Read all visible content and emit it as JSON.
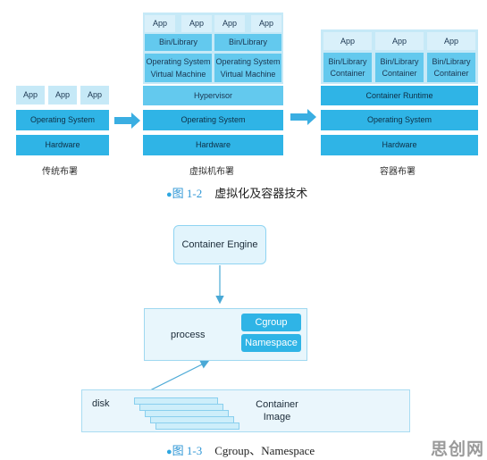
{
  "fig1": {
    "app": "App",
    "bin_library": "Bin/Library",
    "operating_system": "Operating System",
    "virtual_machine": "Virtual Machine",
    "container": "Container",
    "hypervisor": "Hypervisor",
    "hardware": "Hardware",
    "container_runtime": "Container Runtime",
    "caption_traditional": "传统布署",
    "caption_virtual": "虚拟机布署",
    "caption_container": "容器布署",
    "figure_number": "图 1-2",
    "figure_title": "虚拟化及容器技术"
  },
  "fig2": {
    "container_engine": "Container Engine",
    "process": "process",
    "cgroup": "Cgroup",
    "namespace": "Namespace",
    "disk": "disk",
    "container_image_line1": "Container",
    "container_image_line2": "Image",
    "figure_number": "图 1-3",
    "figure_title": "Cgroup、Namespace"
  },
  "watermark": "思创网",
  "colors": {
    "dark": "#2fb4e6",
    "mid": "#63c9ee",
    "light": "#c6e9f7",
    "pale": "#e6f5fc",
    "arrow": "#3aaee2"
  }
}
